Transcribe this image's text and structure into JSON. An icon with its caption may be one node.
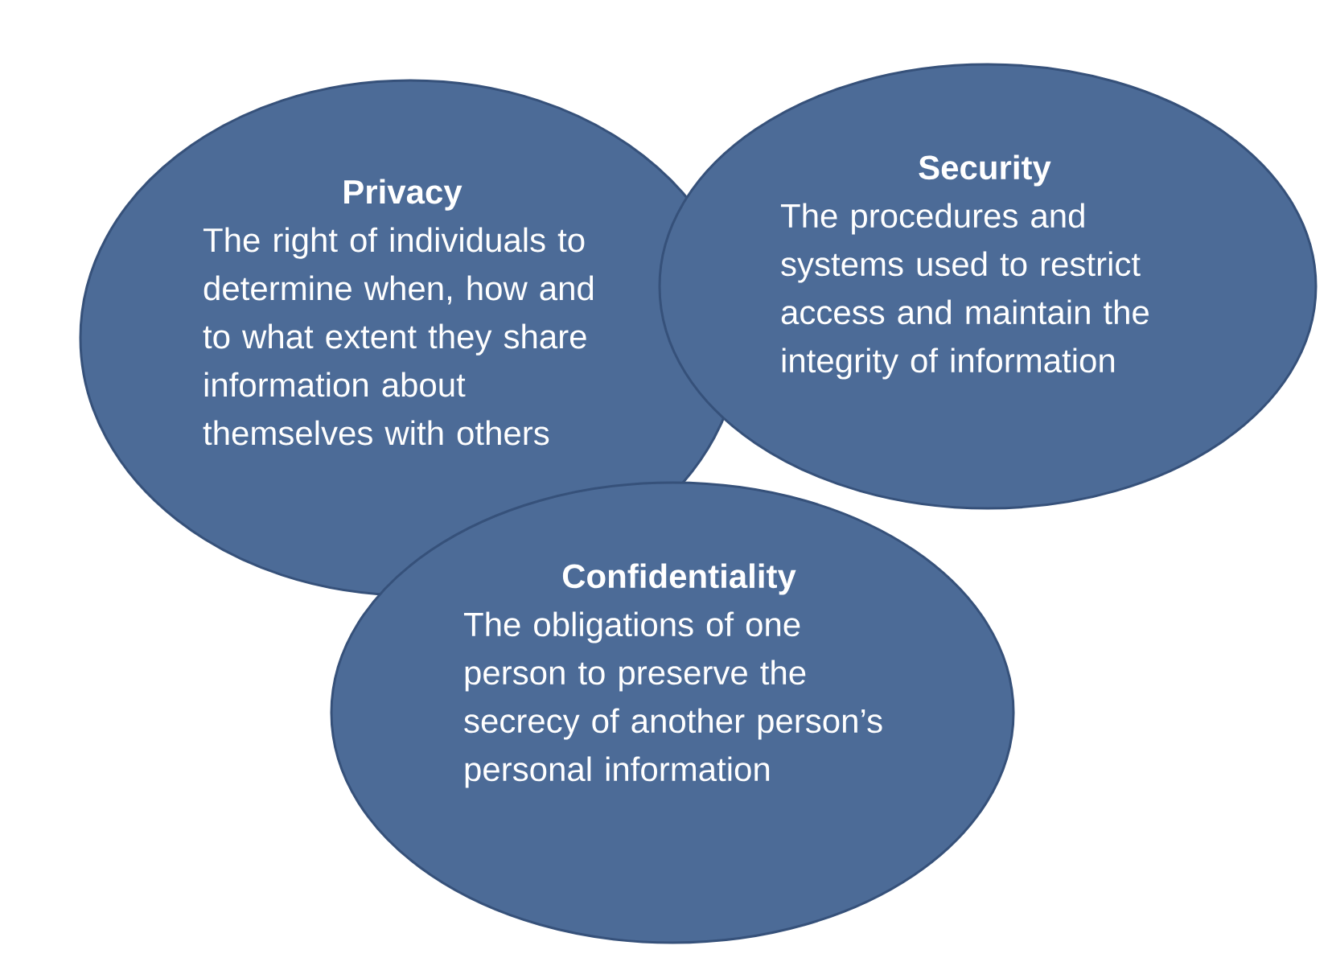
{
  "diagram": {
    "nodes": [
      {
        "text": [
          "Privacy",
          "The right of individuals to determine when, how and to what extent they share information about themselves with others"
        ]
      },
      {
        "text": [
          "Security",
          "The procedures and systems used to restrict access and maintain the integrity of information"
        ]
      },
      {
        "text": [
          "Confidentiality",
          "The obligations of one person to preserve the secrecy of another person’s personal information"
        ]
      }
    ]
  }
}
